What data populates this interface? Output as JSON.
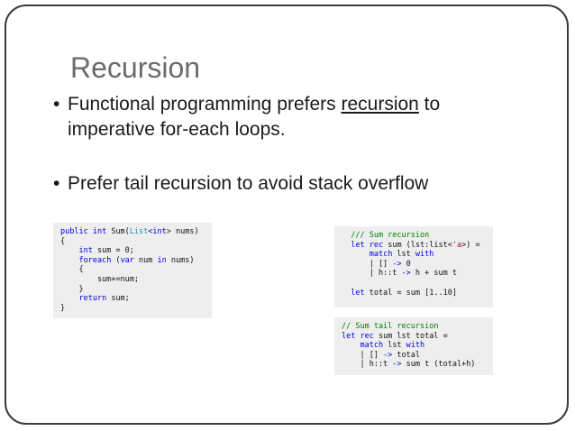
{
  "slide": {
    "title": "Recursion",
    "bullet1": {
      "marker": "•",
      "before": "Functional programming prefers ",
      "underlined": "recursion",
      "after": " to",
      "line2": "imperative for-each loops."
    },
    "bullet2": {
      "marker": "•",
      "text": "Prefer tail recursion to avoid stack overflow"
    }
  },
  "code_csharp": {
    "l1": {
      "kw1": "public",
      "kw2": "int",
      "name": " Sum(",
      "ty": "List",
      "lt": "<",
      "kw3": "int",
      "rest": "> nums)"
    },
    "l2": "{",
    "l3": {
      "ind": "    ",
      "kw": "int",
      "rest": " sum = 0;"
    },
    "l4": {
      "ind": "    ",
      "kw1": "foreach",
      "mid": " (",
      "kw2": "var",
      "mid2": " num ",
      "kw3": "in",
      "rest": " nums)"
    },
    "l5": "    {",
    "l6": "        sum+=num;",
    "l7": "    }",
    "l8": {
      "ind": "    ",
      "kw": "return",
      "rest": " sum;"
    },
    "l9": "}"
  },
  "code_fs1": {
    "l1": "  /// Sum recursion",
    "l2": {
      "ind": "  ",
      "kw1": "let",
      "kw2": "rec",
      "mid": " sum (lst:list<",
      "str": "'a",
      "rest": ">) ="
    },
    "l3": {
      "ind": "      ",
      "kw": "match",
      "mid": " lst ",
      "kw2": "with"
    },
    "l4": {
      "ind": "      | [] ",
      "op": "->",
      "rest": " 0"
    },
    "l5": {
      "ind": "      | h::t ",
      "op": "->",
      "rest": " h + sum t"
    },
    "l6": "",
    "l7": {
      "ind": "  ",
      "kw": "let",
      "rest": " total = sum [1..10]"
    }
  },
  "code_fs2": {
    "l1": "// Sum tail recursion",
    "l2": {
      "kw1": "let",
      "kw2": "rec",
      "rest": " sum lst total ="
    },
    "l3": {
      "ind": "    ",
      "kw": "match",
      "mid": " lst ",
      "kw2": "with"
    },
    "l4": {
      "ind": "    | [] ",
      "op": "->",
      "rest": " total"
    },
    "l5": {
      "ind": "    | h::t ",
      "op": "->",
      "rest": " sum t (total+h)"
    }
  }
}
